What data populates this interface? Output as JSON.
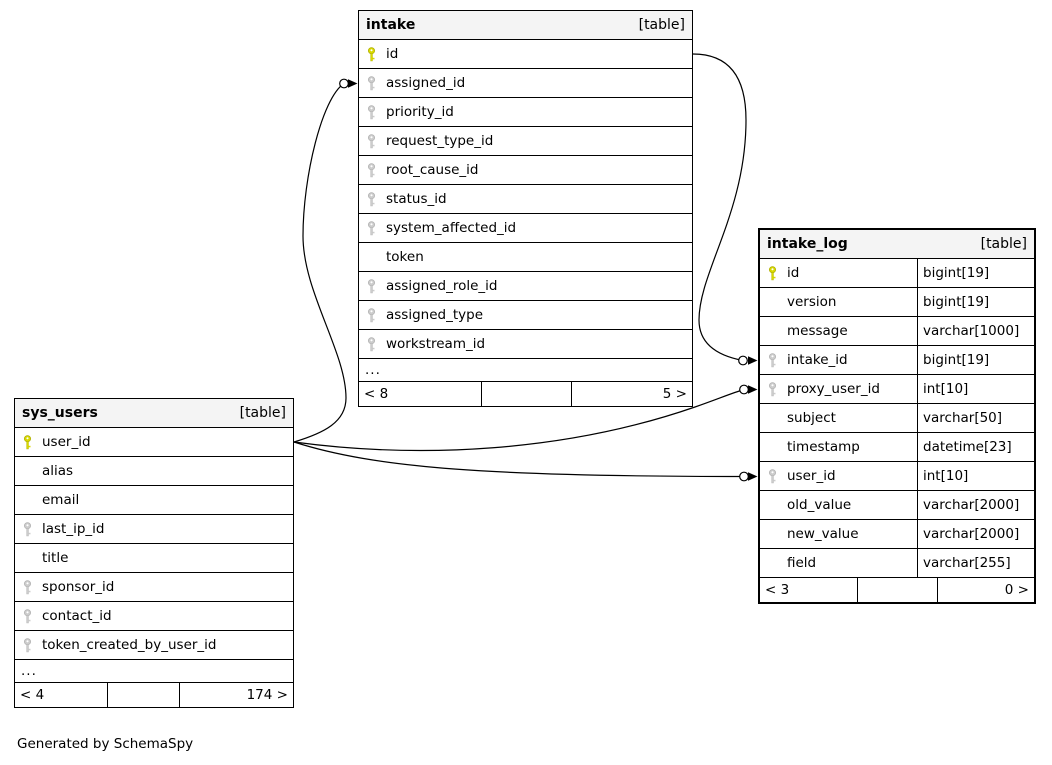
{
  "diagram": {
    "generated_note": "Generated by SchemaSpy"
  },
  "colors": {
    "primary_key": "#d9d900",
    "primary_key_stroke": "#b0b000",
    "foreign_key": "#cccccc",
    "foreign_key_stroke": "#b3b3b3",
    "header_bg": "#f4f4f4",
    "border": "#000000",
    "edge": "#000000"
  },
  "tables": [
    {
      "id": "intake",
      "name": "intake",
      "badge": "[table]",
      "columns": [
        {
          "name": "id",
          "key": "pk"
        },
        {
          "name": "assigned_id",
          "key": "fk"
        },
        {
          "name": "priority_id",
          "key": "fk"
        },
        {
          "name": "request_type_id",
          "key": "fk"
        },
        {
          "name": "root_cause_id",
          "key": "fk"
        },
        {
          "name": "status_id",
          "key": "fk"
        },
        {
          "name": "system_affected_id",
          "key": "fk"
        },
        {
          "name": "token",
          "key": null
        },
        {
          "name": "assigned_role_id",
          "key": "fk"
        },
        {
          "name": "assigned_type",
          "key": "fk"
        },
        {
          "name": "workstream_id",
          "key": "fk"
        }
      ],
      "ellipsis": "...",
      "footer": {
        "left": "< 8",
        "middle": "",
        "right": "5 >"
      }
    },
    {
      "id": "sys_users",
      "name": "sys_users",
      "badge": "[table]",
      "columns": [
        {
          "name": "user_id",
          "key": "pk"
        },
        {
          "name": "alias",
          "key": null
        },
        {
          "name": "email",
          "key": null
        },
        {
          "name": "last_ip_id",
          "key": "fk"
        },
        {
          "name": "title",
          "key": null
        },
        {
          "name": "sponsor_id",
          "key": "fk"
        },
        {
          "name": "contact_id",
          "key": "fk"
        },
        {
          "name": "token_created_by_user_id",
          "key": "fk"
        }
      ],
      "ellipsis": "...",
      "footer": {
        "left": "< 4",
        "middle": "",
        "right": "174 >"
      }
    },
    {
      "id": "intake_log",
      "name": "intake_log",
      "badge": "[table]",
      "columns": [
        {
          "name": "id",
          "key": "pk",
          "type": "bigint[19]"
        },
        {
          "name": "version",
          "key": null,
          "type": "bigint[19]"
        },
        {
          "name": "message",
          "key": null,
          "type": "varchar[1000]"
        },
        {
          "name": "intake_id",
          "key": "fk",
          "type": "bigint[19]"
        },
        {
          "name": "proxy_user_id",
          "key": "fk",
          "type": "int[10]"
        },
        {
          "name": "subject",
          "key": null,
          "type": "varchar[50]"
        },
        {
          "name": "timestamp",
          "key": null,
          "type": "datetime[23]"
        },
        {
          "name": "user_id",
          "key": "fk",
          "type": "int[10]"
        },
        {
          "name": "old_value",
          "key": null,
          "type": "varchar[2000]"
        },
        {
          "name": "new_value",
          "key": null,
          "type": "varchar[2000]"
        },
        {
          "name": "field",
          "key": null,
          "type": "varchar[255]"
        }
      ],
      "footer": {
        "left": "< 3",
        "middle": "",
        "right": "0 >"
      }
    }
  ],
  "relationships": [
    {
      "from_table": "intake",
      "from_column": "id",
      "to_table": "intake_log",
      "to_column": "intake_id"
    },
    {
      "from_table": "sys_users",
      "from_column": "user_id",
      "to_table": "intake",
      "to_column": "assigned_id"
    },
    {
      "from_table": "sys_users",
      "from_column": "user_id",
      "to_table": "intake_log",
      "to_column": "proxy_user_id"
    },
    {
      "from_table": "sys_users",
      "from_column": "user_id",
      "to_table": "intake_log",
      "to_column": "user_id"
    }
  ]
}
